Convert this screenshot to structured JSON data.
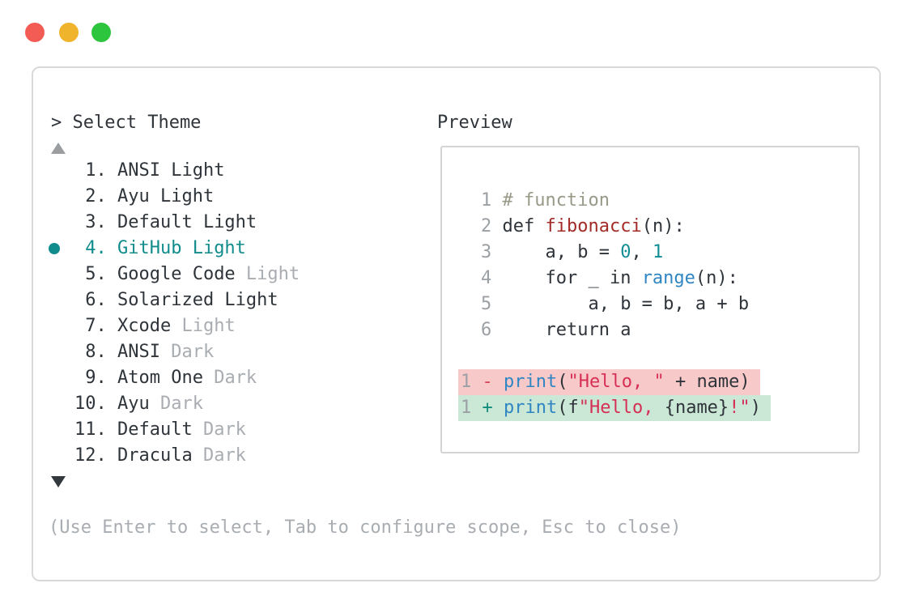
{
  "window": {
    "traffic_lights": [
      {
        "name": "close-button",
        "color": "#f25c55"
      },
      {
        "name": "minimize-button",
        "color": "#f0b42c"
      },
      {
        "name": "zoom-button",
        "color": "#2dc53d"
      }
    ]
  },
  "theme_picker": {
    "title": "> Select Theme",
    "scroll_up_icon": "triangle-up",
    "scroll_down_icon": "triangle-down",
    "items": [
      {
        "num": "1",
        "name": "ANSI Light",
        "dim": "",
        "selected": false
      },
      {
        "num": "2",
        "name": "Ayu Light",
        "dim": "",
        "selected": false
      },
      {
        "num": "3",
        "name": "Default Light",
        "dim": "",
        "selected": false
      },
      {
        "num": "4",
        "name": "GitHub Light",
        "dim": "",
        "selected": true
      },
      {
        "num": "5",
        "name": "Google Code",
        "dim": "Light",
        "selected": false
      },
      {
        "num": "6",
        "name": "Solarized Light",
        "dim": "",
        "selected": false
      },
      {
        "num": "7",
        "name": "Xcode",
        "dim": "Light",
        "selected": false
      },
      {
        "num": "8",
        "name": "ANSI",
        "dim": "Dark",
        "selected": false
      },
      {
        "num": "9",
        "name": "Atom One",
        "dim": "Dark",
        "selected": false
      },
      {
        "num": "10",
        "name": "Ayu",
        "dim": "Dark",
        "selected": false
      },
      {
        "num": "11",
        "name": "Default",
        "dim": "Dark",
        "selected": false
      },
      {
        "num": "12",
        "name": "Dracula",
        "dim": "Dark",
        "selected": false
      }
    ],
    "footer_hint": "(Use Enter to select, Tab to configure scope, Esc to close)"
  },
  "preview": {
    "title": "Preview",
    "code_lines": [
      {
        "num": "1",
        "tokens": [
          {
            "text": "# function",
            "style": "comment"
          }
        ]
      },
      {
        "num": "2",
        "tokens": [
          {
            "text": "def ",
            "style": "plain"
          },
          {
            "text": "fibonacci",
            "style": "function"
          },
          {
            "text": "(n):",
            "style": "plain"
          }
        ]
      },
      {
        "num": "3",
        "tokens": [
          {
            "text": "    a, b = ",
            "style": "plain"
          },
          {
            "text": "0",
            "style": "number"
          },
          {
            "text": ", ",
            "style": "plain"
          },
          {
            "text": "1",
            "style": "number"
          }
        ]
      },
      {
        "num": "4",
        "tokens": [
          {
            "text": "    for _ in ",
            "style": "plain"
          },
          {
            "text": "range",
            "style": "builtin"
          },
          {
            "text": "(n):",
            "style": "plain"
          }
        ]
      },
      {
        "num": "5",
        "tokens": [
          {
            "text": "        a, b = b, a + b",
            "style": "plain"
          }
        ]
      },
      {
        "num": "6",
        "tokens": [
          {
            "text": "    return a",
            "style": "plain"
          }
        ]
      }
    ],
    "diff_lines": [
      {
        "num": "1",
        "kind": "deletion",
        "tokens": [
          {
            "text": "- ",
            "style": "deletion-sign"
          },
          {
            "text": "print",
            "style": "builtin"
          },
          {
            "text": "(",
            "style": "plain"
          },
          {
            "text": "\"Hello, \"",
            "style": "string"
          },
          {
            "text": " + name)",
            "style": "plain"
          }
        ]
      },
      {
        "num": "1",
        "kind": "addition",
        "tokens": [
          {
            "text": "+ ",
            "style": "addition-sign"
          },
          {
            "text": "print",
            "style": "builtin"
          },
          {
            "text": "(f",
            "style": "plain"
          },
          {
            "text": "\"Hello, ",
            "style": "string"
          },
          {
            "text": "{name}",
            "style": "plain"
          },
          {
            "text": "!\"",
            "style": "string"
          },
          {
            "text": ")",
            "style": "plain"
          }
        ]
      }
    ]
  },
  "colors": {
    "accent_teal": "#118c8c",
    "dim_gray": "#a9adb2",
    "line_number_gray": "#9ba0a5",
    "text_dark": "#2e343a",
    "comment": "#999988",
    "function_red": "#a22b28",
    "number_teal": "#128d94",
    "builtin_blue": "#2f86c2",
    "string_crimson": "#d62f55",
    "deletion_bg": "#f8c9c9",
    "addition_bg": "#cbe7d6"
  }
}
